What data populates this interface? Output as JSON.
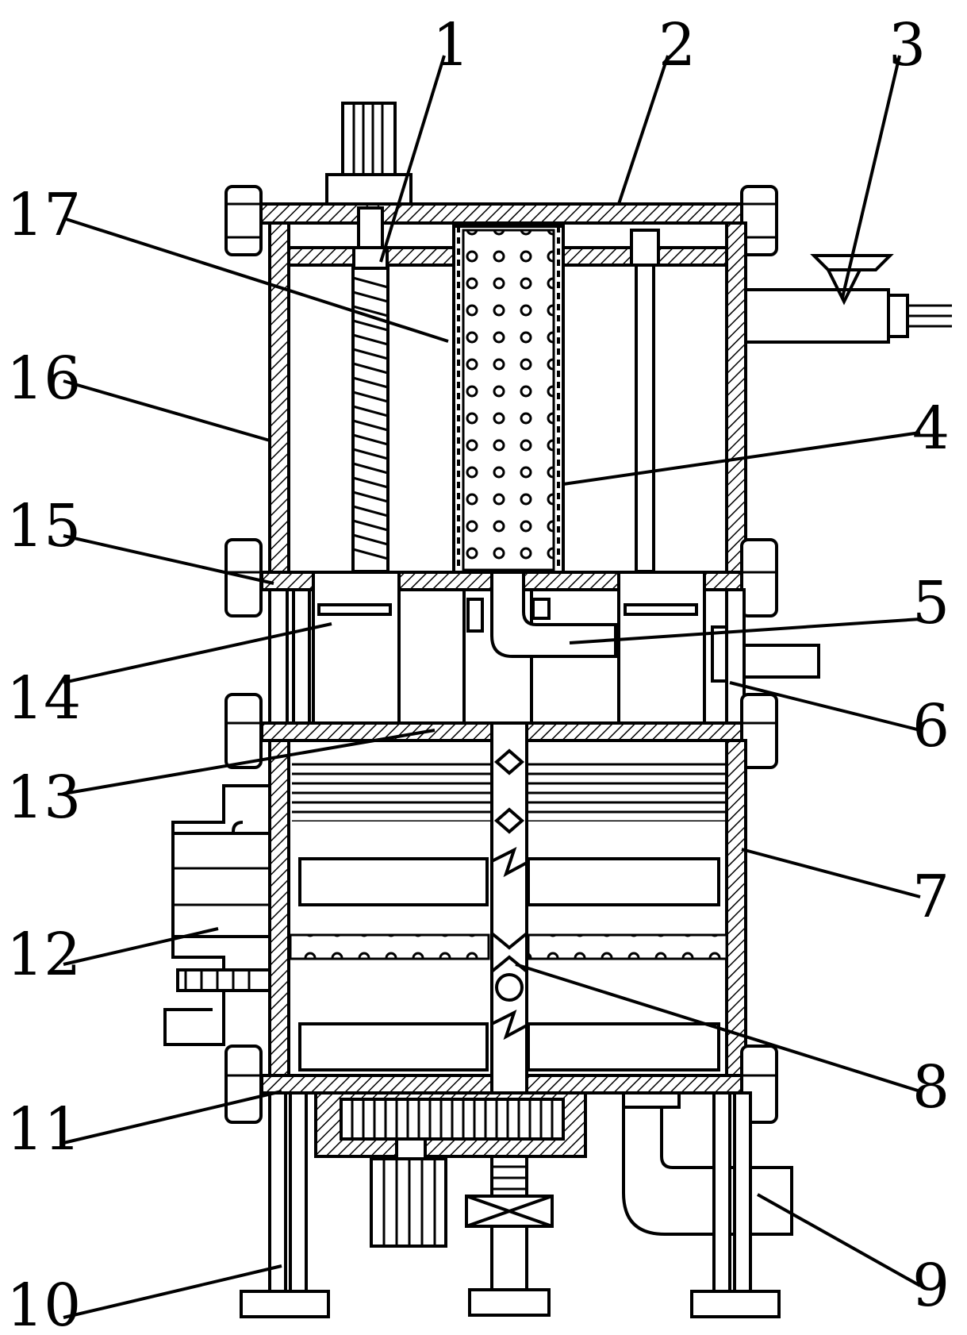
{
  "figure": {
    "labels": [
      "1",
      "2",
      "3",
      "4",
      "5",
      "6",
      "7",
      "8",
      "9",
      "10",
      "11",
      "12",
      "13",
      "14",
      "15",
      "16",
      "17"
    ],
    "icons": [
      "motor-icon",
      "hopper-icon",
      "leader-line-icon"
    ]
  }
}
